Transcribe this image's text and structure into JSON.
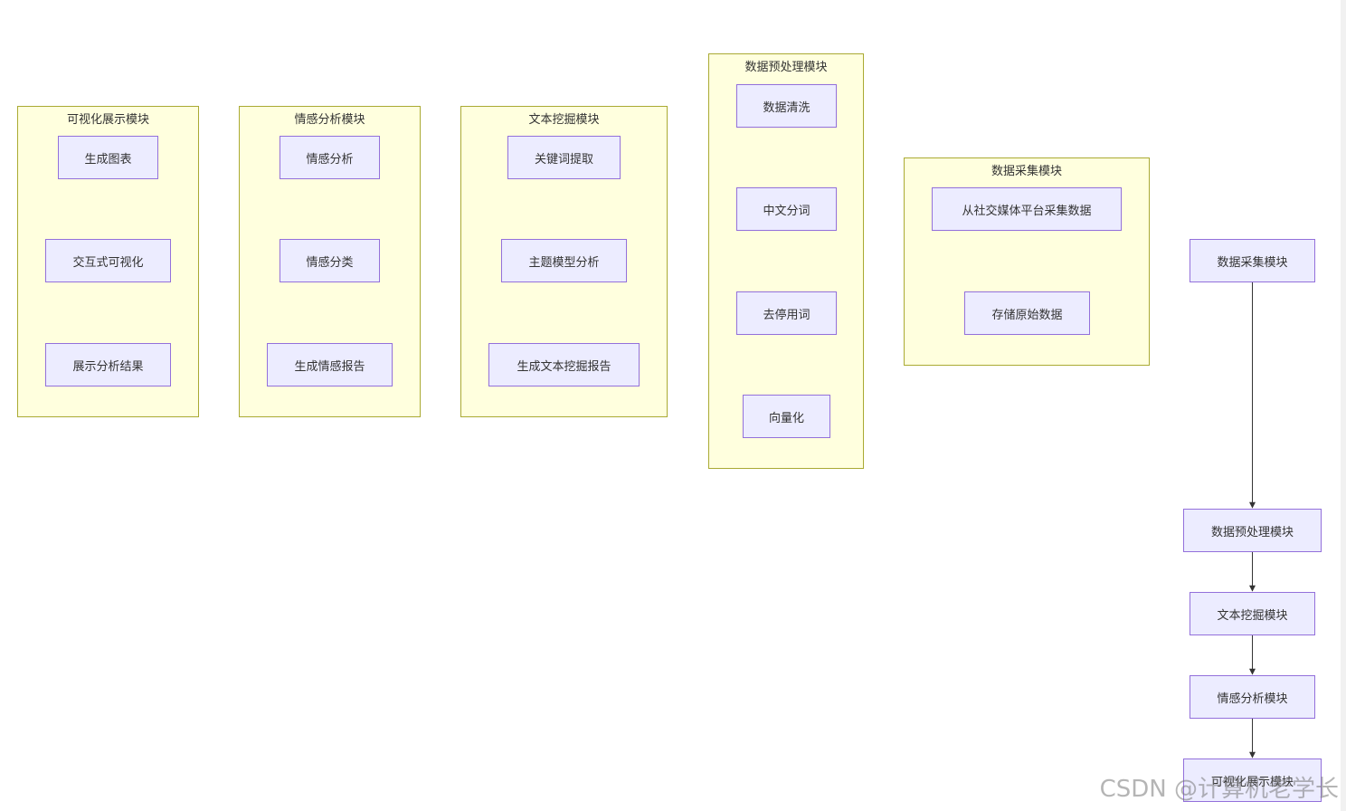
{
  "groups": {
    "viz": {
      "title": "可视化展示模块"
    },
    "sentiment": {
      "title": "情感分析模块"
    },
    "textmining": {
      "title": "文本挖掘模块"
    },
    "preprocess": {
      "title": "数据预处理模块"
    },
    "collect": {
      "title": "数据采集模块"
    }
  },
  "nodes": {
    "gen_chart": "生成图表",
    "interactive_viz": "交互式可视化",
    "show_results": "展示分析结果",
    "sent_analysis": "情感分析",
    "sent_classify": "情感分类",
    "sent_report": "生成情感报告",
    "keyword_extract": "关键词提取",
    "topic_model": "主题模型分析",
    "text_report": "生成文本挖掘报告",
    "data_clean": "数据清洗",
    "cn_segment": "中文分词",
    "stopwords": "去停用词",
    "vectorize": "向量化",
    "collect_social": "从社交媒体平台采集数据",
    "store_raw": "存储原始数据",
    "flow_collect": "数据采集模块",
    "flow_preprocess": "数据预处理模块",
    "flow_textmining": "文本挖掘模块",
    "flow_sentiment": "情感分析模块",
    "flow_viz": "可视化展示模块"
  },
  "watermark": "CSDN @计算机老学长",
  "colors": {
    "group_fill": "#ffffde",
    "group_border": "#aaaa33",
    "node_fill": "#ececff",
    "node_border": "#9370db",
    "edge": "#333333"
  }
}
